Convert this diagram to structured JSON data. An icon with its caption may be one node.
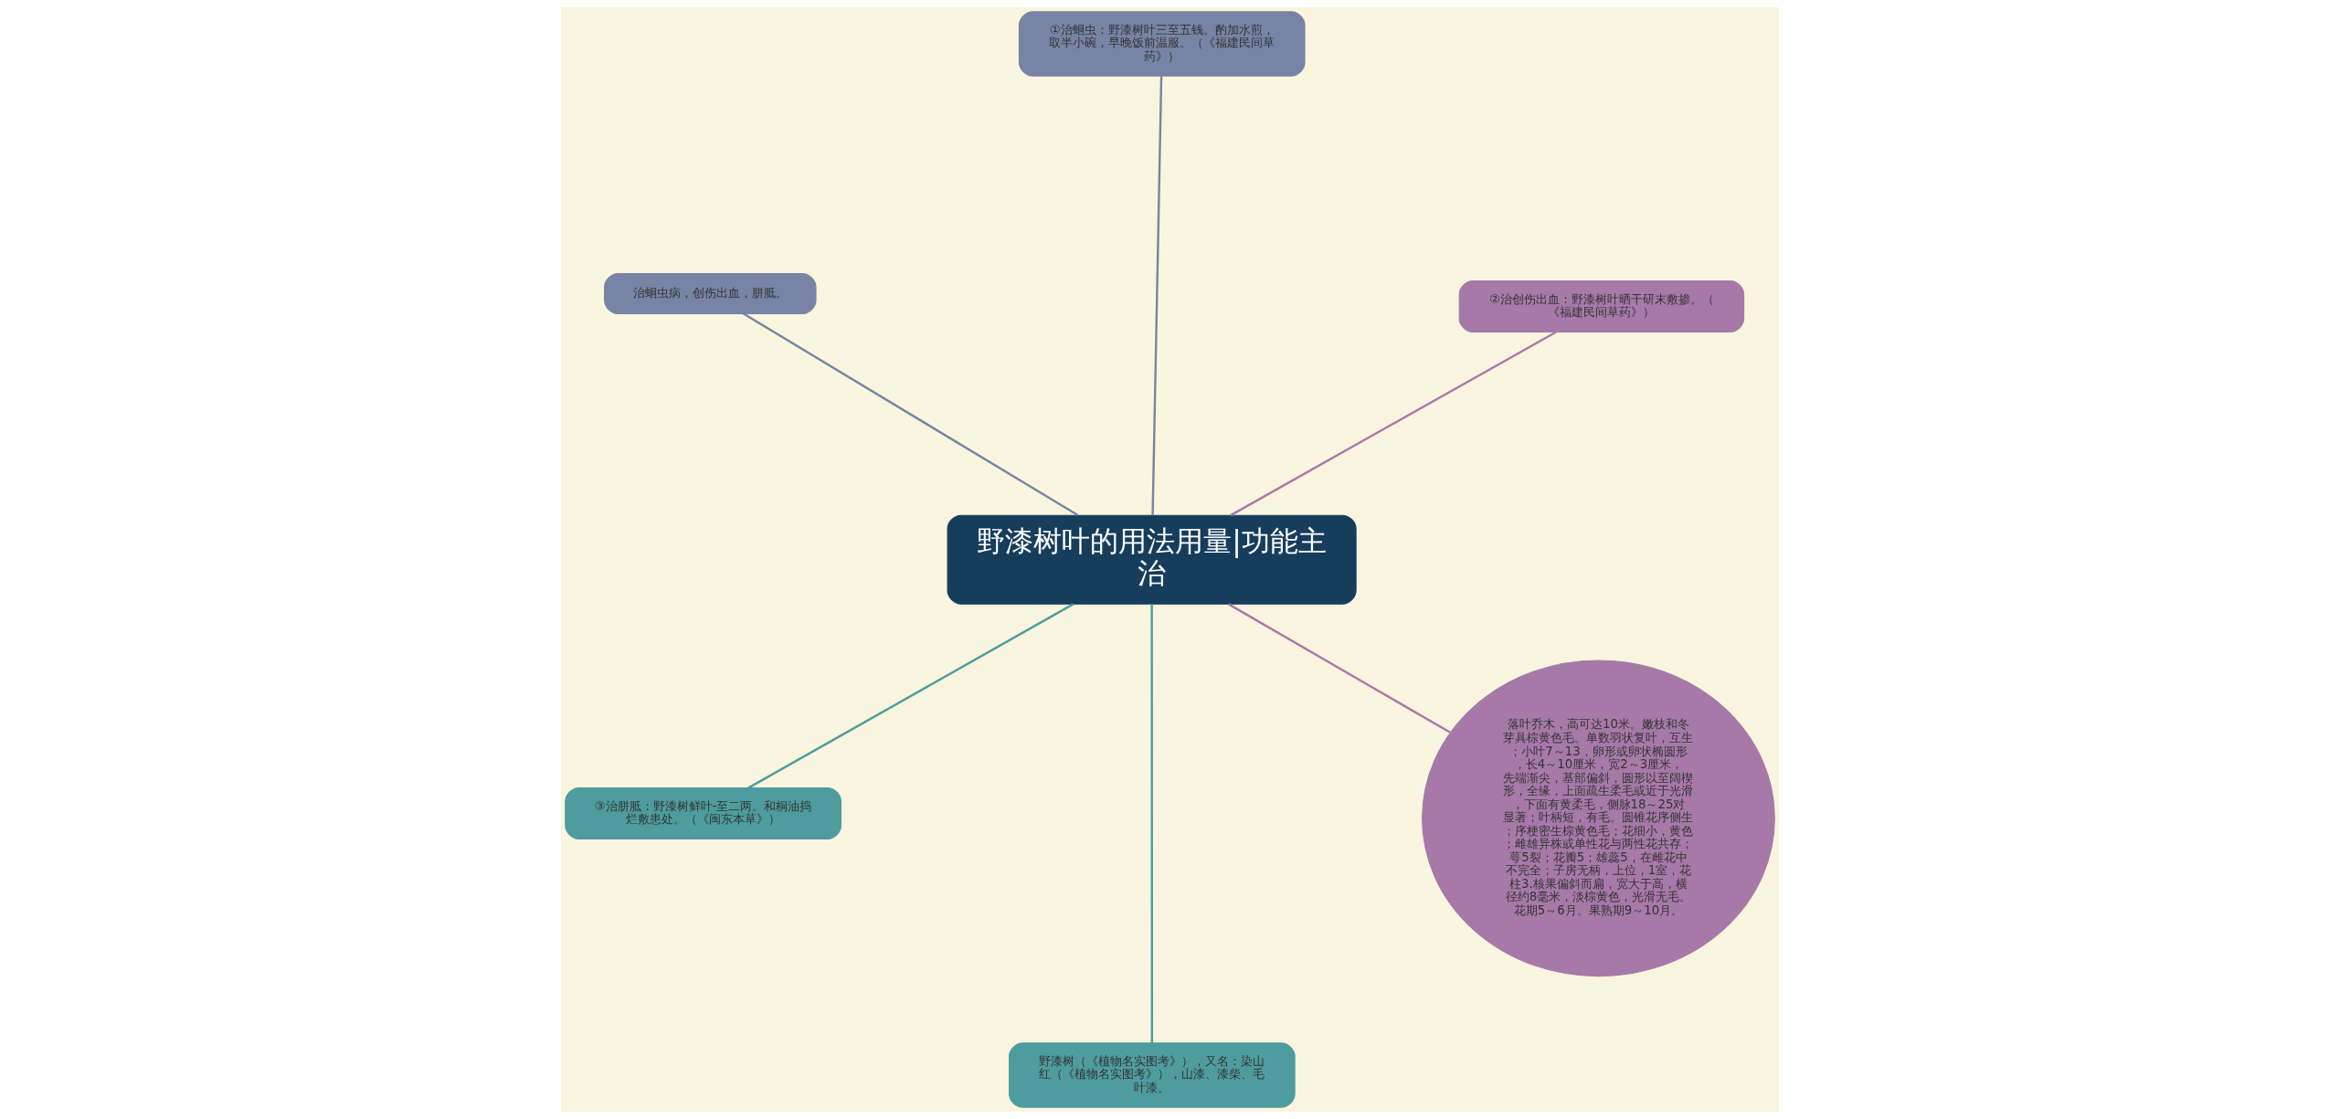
{
  "diagram": {
    "nodes": [
      {
        "text": [
          "野漆树叶的用法用量|功能主治"
        ]
      },
      {
        "text": [
          "落叶乔木，高可达10米。嫩枝和冬芽具棕黄色毛。单数羽状复叶，互生；小叶7～13，卵形或卵状椭圆形，长4～10厘米，宽2～3厘米，先端渐尖，基部偏斜，圆形以至阔楔形，全缘，上面疏生柔毛或近于光滑，下面有黄柔毛，侧脉18～25对显著；叶柄短，有毛。圆锥花序侧生；序梗密生棕黄色毛；花细小，黄色；雌雄异株或单性花与两性花共存；萼5裂；花瓣5；雄蕊5，在雌花中不完全；子房无柄，上位，1室，花柱3.核果偏斜而扁，宽大于高，横径约8毫米，淡棕黄色，光滑无毛。花期5～6月。果熟期9～10月。"
        ]
      },
      {
        "text": [
          "野漆树（《植物名实图考》），又名：染山红（《植物名实图考》），山漆、漆柴、毛叶漆。"
        ]
      },
      {
        "text": [
          "治蛔虫病，创伤出血，胼胝。"
        ]
      },
      {
        "text": [
          "②治创伤出血：野漆树叶晒干研末敷掺。（《福建民间草药》）"
        ]
      },
      {
        "text": [
          "①治蛔虫：野漆树叶三至五钱。酌加水煎，取半小碗，早晚饭前温服。（《福建民间草药》）"
        ]
      },
      {
        "text": [
          "③治胼胝：野漆树鲜叶-至二两。和桐油捣烂敷患处。（《闽东本草》）"
        ]
      }
    ],
    "edges": [
      {
        "from": 0,
        "to": 1,
        "arrow": "none",
        "color": "#a779a9"
      },
      {
        "from": 0,
        "to": 2,
        "arrow": "none",
        "color": "#4e9c9e"
      },
      {
        "from": 0,
        "to": 3,
        "arrow": "none",
        "color": "#7784a5"
      },
      {
        "from": 0,
        "to": 4,
        "arrow": "none",
        "color": "#a779a9"
      },
      {
        "from": 0,
        "to": 5,
        "arrow": "none",
        "color": "#7784a5"
      },
      {
        "from": 0,
        "to": 6,
        "arrow": "none",
        "color": "#4e9c9e"
      }
    ]
  }
}
